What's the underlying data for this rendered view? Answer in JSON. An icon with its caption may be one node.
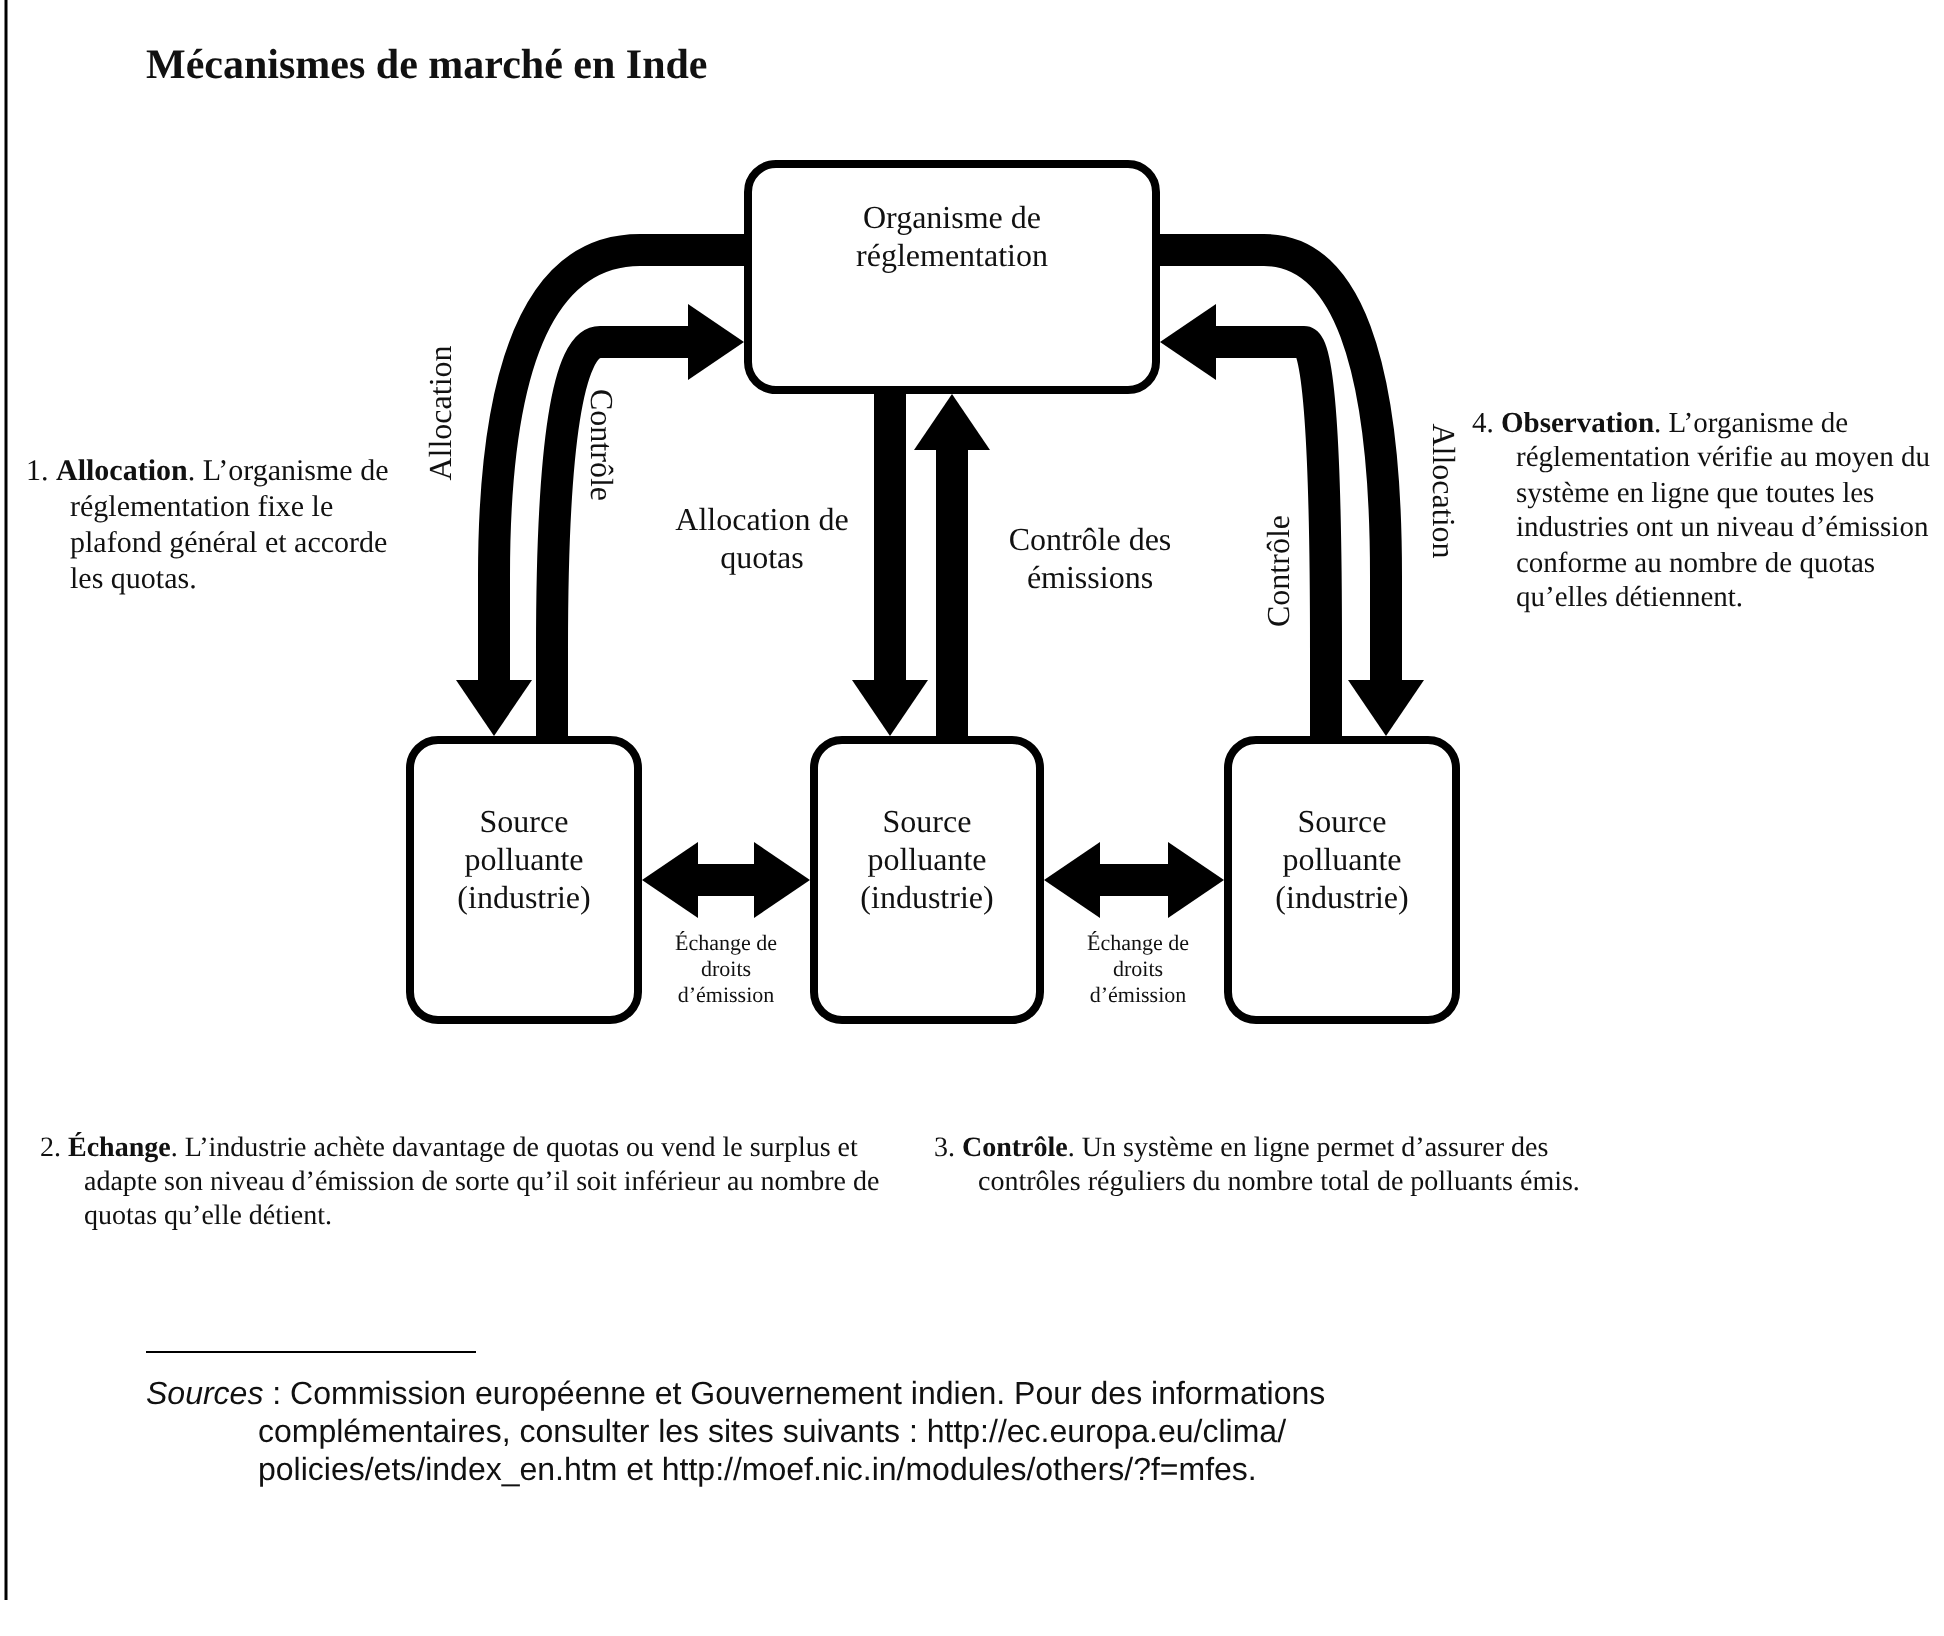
{
  "diagram": {
    "title": "Mécanismes de marché en Inde",
    "nodes": [
      {
        "text": [
          "Organisme de réglementation"
        ]
      },
      {
        "text": [
          "Source polluante (industrie)"
        ]
      },
      {
        "text": [
          "Source polluante (industrie)"
        ]
      },
      {
        "text": [
          "Source polluante (industrie)"
        ]
      }
    ],
    "edges": [
      {
        "from": 0,
        "to": 1,
        "arrow": "to",
        "label": "Allocation"
      },
      {
        "from": 1,
        "to": 0,
        "arrow": "to",
        "label": "Contrôle"
      },
      {
        "from": 0,
        "to": 2,
        "arrow": "to",
        "label": "Allocation de quotas"
      },
      {
        "from": 2,
        "to": 0,
        "arrow": "to",
        "label": "Contrôle des émissions"
      },
      {
        "from": 3,
        "to": 0,
        "arrow": "to",
        "label": "Contrôle"
      },
      {
        "from": 0,
        "to": 3,
        "arrow": "to",
        "label": "Allocation"
      },
      {
        "from": 1,
        "to": 2,
        "arrow": "both",
        "label": "Échange de droits d’émission"
      },
      {
        "from": 2,
        "to": 3,
        "arrow": "both",
        "label": "Échange de droits d’émission"
      }
    ],
    "labels": [
      "1. **Allocation**. L’organisme de réglementation fixe le plafond général et accorde les quotas.",
      "4. **Observation**. L’organisme de réglementation vérifie au moyen du système en ligne que toutes les industries ont un niveau d’émission conforme au nombre de quotas qu’elles détiennent.",
      "2. **Échange**. L’industrie achète davantage de quotas ou vend le surplus et adapte son niveau d’émission de sorte qu’il soit inférieur au nombre de quotas qu’elle détient.",
      "3. **Contrôle**. Un système en ligne permet d’assurer des contrôles réguliers du nombre total de polluants émis.",
      "*Sources* : Commission européenne et Gouvernement indien. Pour des informations complémentaires, consulter les sites suivants : http://ec.europa.eu/clima/ policies/ets/index_en.htm et http://moef.nic.in/modules/others/?f=mfes."
    ]
  }
}
